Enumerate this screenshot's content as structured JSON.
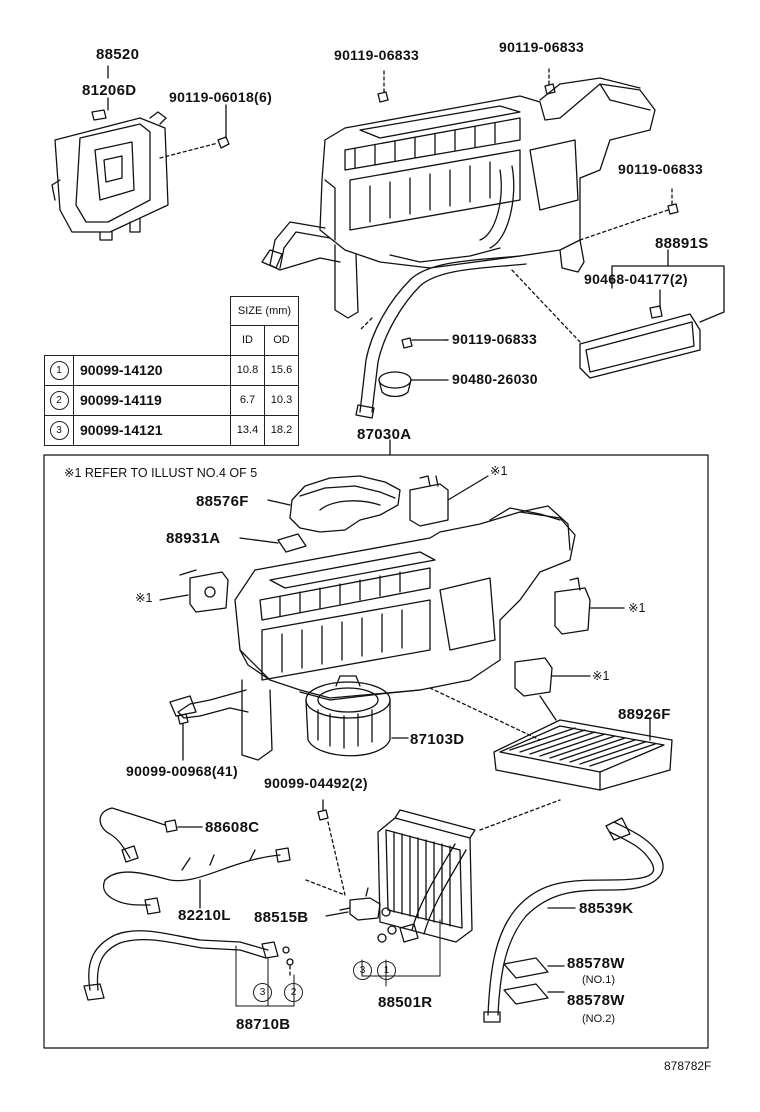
{
  "labels": {
    "p88520": "88520",
    "p81206d": "81206D",
    "p90119_06018": "90119-06018(6)",
    "p90119_06833_a": "90119-06833",
    "p90119_06833_b": "90119-06833",
    "p90119_06833_c": "90119-06833",
    "p88891s": "88891S",
    "p90468": "90468-04177(2)",
    "p90119_06833_d": "90119-06833",
    "p90480": "90480-26030",
    "p87030a": "87030A",
    "p88576f": "88576F",
    "p88931a": "88931A",
    "p87103d": "87103D",
    "p88926f": "88926F",
    "p90099_00968": "90099-00968(41)",
    "p90099_04492": "90099-04492(2)",
    "p88608c": "88608C",
    "p82210l": "82210L",
    "p88515b": "88515B",
    "p88539k": "88539K",
    "p88578w_1": "88578W",
    "p88578w_2": "88578W",
    "p88710b": "88710B",
    "p88501r": "88501R"
  },
  "notes": {
    "refer": "※1 REFER TO ILLUST NO.4 OF 5",
    "mark1": "※1",
    "no1": "(NO.1)",
    "no2": "(NO.2)",
    "circle1": "1",
    "circle2": "2",
    "circle3": "3"
  },
  "size_table": {
    "header": "SIZE (mm)",
    "col_id": "ID",
    "col_od": "OD",
    "rows": [
      {
        "idx": "1",
        "part": "90099-14120",
        "id": "10.8",
        "od": "15.6"
      },
      {
        "idx": "2",
        "part": "90099-14119",
        "id": "6.7",
        "od": "10.3"
      },
      {
        "idx": "3",
        "part": "90099-14121",
        "id": "13.4",
        "od": "18.2"
      }
    ]
  },
  "footer_code": "878782F"
}
